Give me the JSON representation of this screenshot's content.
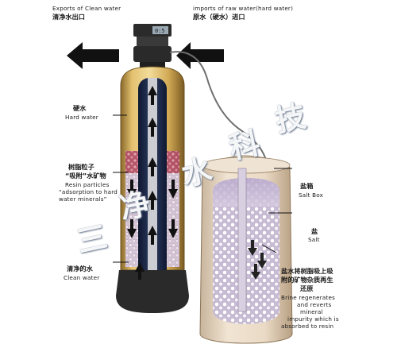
{
  "labels": {
    "export_en": "Exports of Clean water",
    "export_cn": "清净水出口",
    "import_en": "imports of raw water(hard water)",
    "import_cn": "原水（硬水）进口",
    "hard_cn": "硬水",
    "hard_en": "Hard water",
    "resin_cn_1": "树脂粒子",
    "resin_cn_2": "“吸附”水矿物",
    "resin_en_1": "Resin particles",
    "resin_en_2": "“adsorption to hard",
    "resin_en_3": "water minerals”",
    "clean_cn": "清净的水",
    "clean_en": "Clean water",
    "saltbox_cn": "盐箱",
    "saltbox_en": "Salt Box",
    "salt_cn": "盐",
    "salt_en": "Salt",
    "brine_cn_1": "盐水将树脂吸上吸",
    "brine_cn_2": "附的矿物杂质再生",
    "brine_cn_3": "还原",
    "brine_en_1": "Brine regenerates",
    "brine_en_2": "and reverts",
    "brine_en_3": "mineral",
    "brine_en_4": "impurity which is",
    "brine_en_5": "absorbed to resin"
  },
  "watermark": [
    "三",
    "净",
    "水",
    "科",
    "技"
  ],
  "colors": {
    "tank_yellow": "#d8b25a",
    "tank_dark": "#1e2a4a",
    "arrow": "#111111",
    "saltbox": "#e8d8c4",
    "brine": "#c9bdd6",
    "base": "#2a2a2a",
    "watermark": "#ffffff"
  },
  "icons": [
    "export-arrow-icon",
    "import-arrow-icon",
    "flow-up-arrow-icon",
    "flow-down-arrow-icon"
  ]
}
